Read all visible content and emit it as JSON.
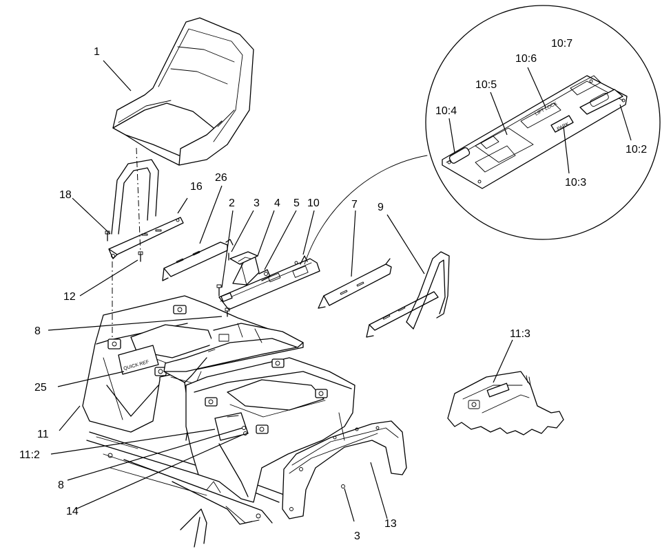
{
  "callouts": {
    "c1": "1",
    "c2": "2",
    "c3a": "3",
    "c3b": "3",
    "c4": "4",
    "c5": "5",
    "c7": "7",
    "c8a": "8",
    "c8b": "8",
    "c9": "9",
    "c10": "10",
    "c10_2": "10:2",
    "c10_3": "10:3",
    "c10_4": "10:4",
    "c10_5": "10:5",
    "c10_6": "10:6",
    "c10_7": "10:7",
    "c11": "11",
    "c11_2": "11:2",
    "c11_3": "11:3",
    "c12": "12",
    "c13": "13",
    "c14": "14",
    "c16": "16",
    "c18": "18",
    "c25": "25",
    "c26": "26"
  },
  "decals": {
    "quick_ref": "QUICK REF",
    "park": "PARK",
    "lift_lock": "LIFT LOCK"
  }
}
